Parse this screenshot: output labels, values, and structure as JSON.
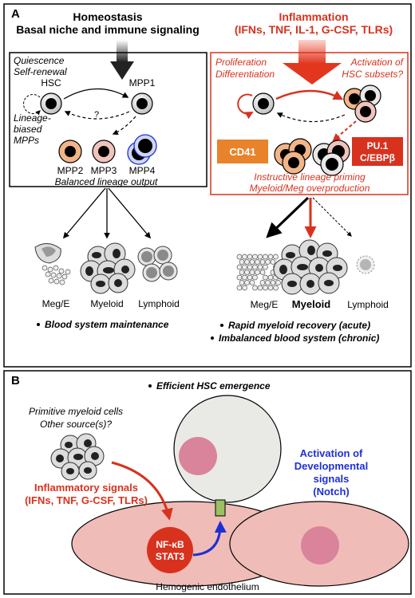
{
  "panel_a": {
    "letter": "A",
    "homeostasis": {
      "title_line1": "Homeostasis",
      "title_line2": "Basal niche and immune signaling",
      "quiescence": "Quiescence",
      "self_renewal": "Self-renewal",
      "hsc": "HSC",
      "mpp1": "MPP1",
      "question": "?",
      "lineage_line1": "Lineage-",
      "lineage_line2": "biased",
      "lineage_line3": "MPPs",
      "mpp2": "MPP2",
      "mpp3": "MPP3",
      "mpp4": "MPP4",
      "balanced": "Balanced lineage output",
      "out_meg": "Meg/E",
      "out_myeloid": "Myeloid",
      "out_lymphoid": "Lymphoid",
      "bullet": "Blood system maintenance"
    },
    "inflammation": {
      "title_line1": "Inflammation",
      "title_line2": "(IFNs, TNF, IL-1, G-CSF, TLRs)",
      "prolif": "Proliferation",
      "diff": "Differentiation",
      "activation_line1": "Activation of",
      "activation_line2": "HSC subsets?",
      "cd41": "CD41",
      "pu1": "PU.1",
      "cebpb": "C/EBPβ",
      "instructive_line1": "Instructive lineage priming",
      "instructive_line2": "Myeloid/Meg overproduction",
      "out_meg": "Meg/E",
      "out_myeloid": "Myeloid",
      "out_lymphoid": "Lymphoid",
      "bullet1": "Rapid myeloid recovery (acute)",
      "bullet2": "Imbalanced blood system (chronic)"
    }
  },
  "panel_b": {
    "letter": "B",
    "efficient": "Efficient HSC emergence",
    "primitive_line1": "Primitive myeloid cells",
    "primitive_line2": "Other source(s)?",
    "inflam_line1": "Inflammatory signals",
    "inflam_line2": "(IFNs, TNF, G-CSF, TLRs)",
    "nfkb": "NF-κB",
    "stat3": "STAT3",
    "dev_line1": "Activation of",
    "dev_line2": "Developmental",
    "dev_line3": "signals",
    "dev_line4": "(Notch)",
    "hemogenic": "Hemogenic endothelium"
  },
  "colors": {
    "accent_red": "#d8321e",
    "blue": "#1f2fd6",
    "cd41_orange": "#e8832b",
    "pu1_red": "#d8321e",
    "mpp2_fill": "#f2b588",
    "mpp3_fill": "#f0c3bd",
    "endothelium": "#f0bcb8",
    "hsc_bud": "#e9e9e6"
  }
}
